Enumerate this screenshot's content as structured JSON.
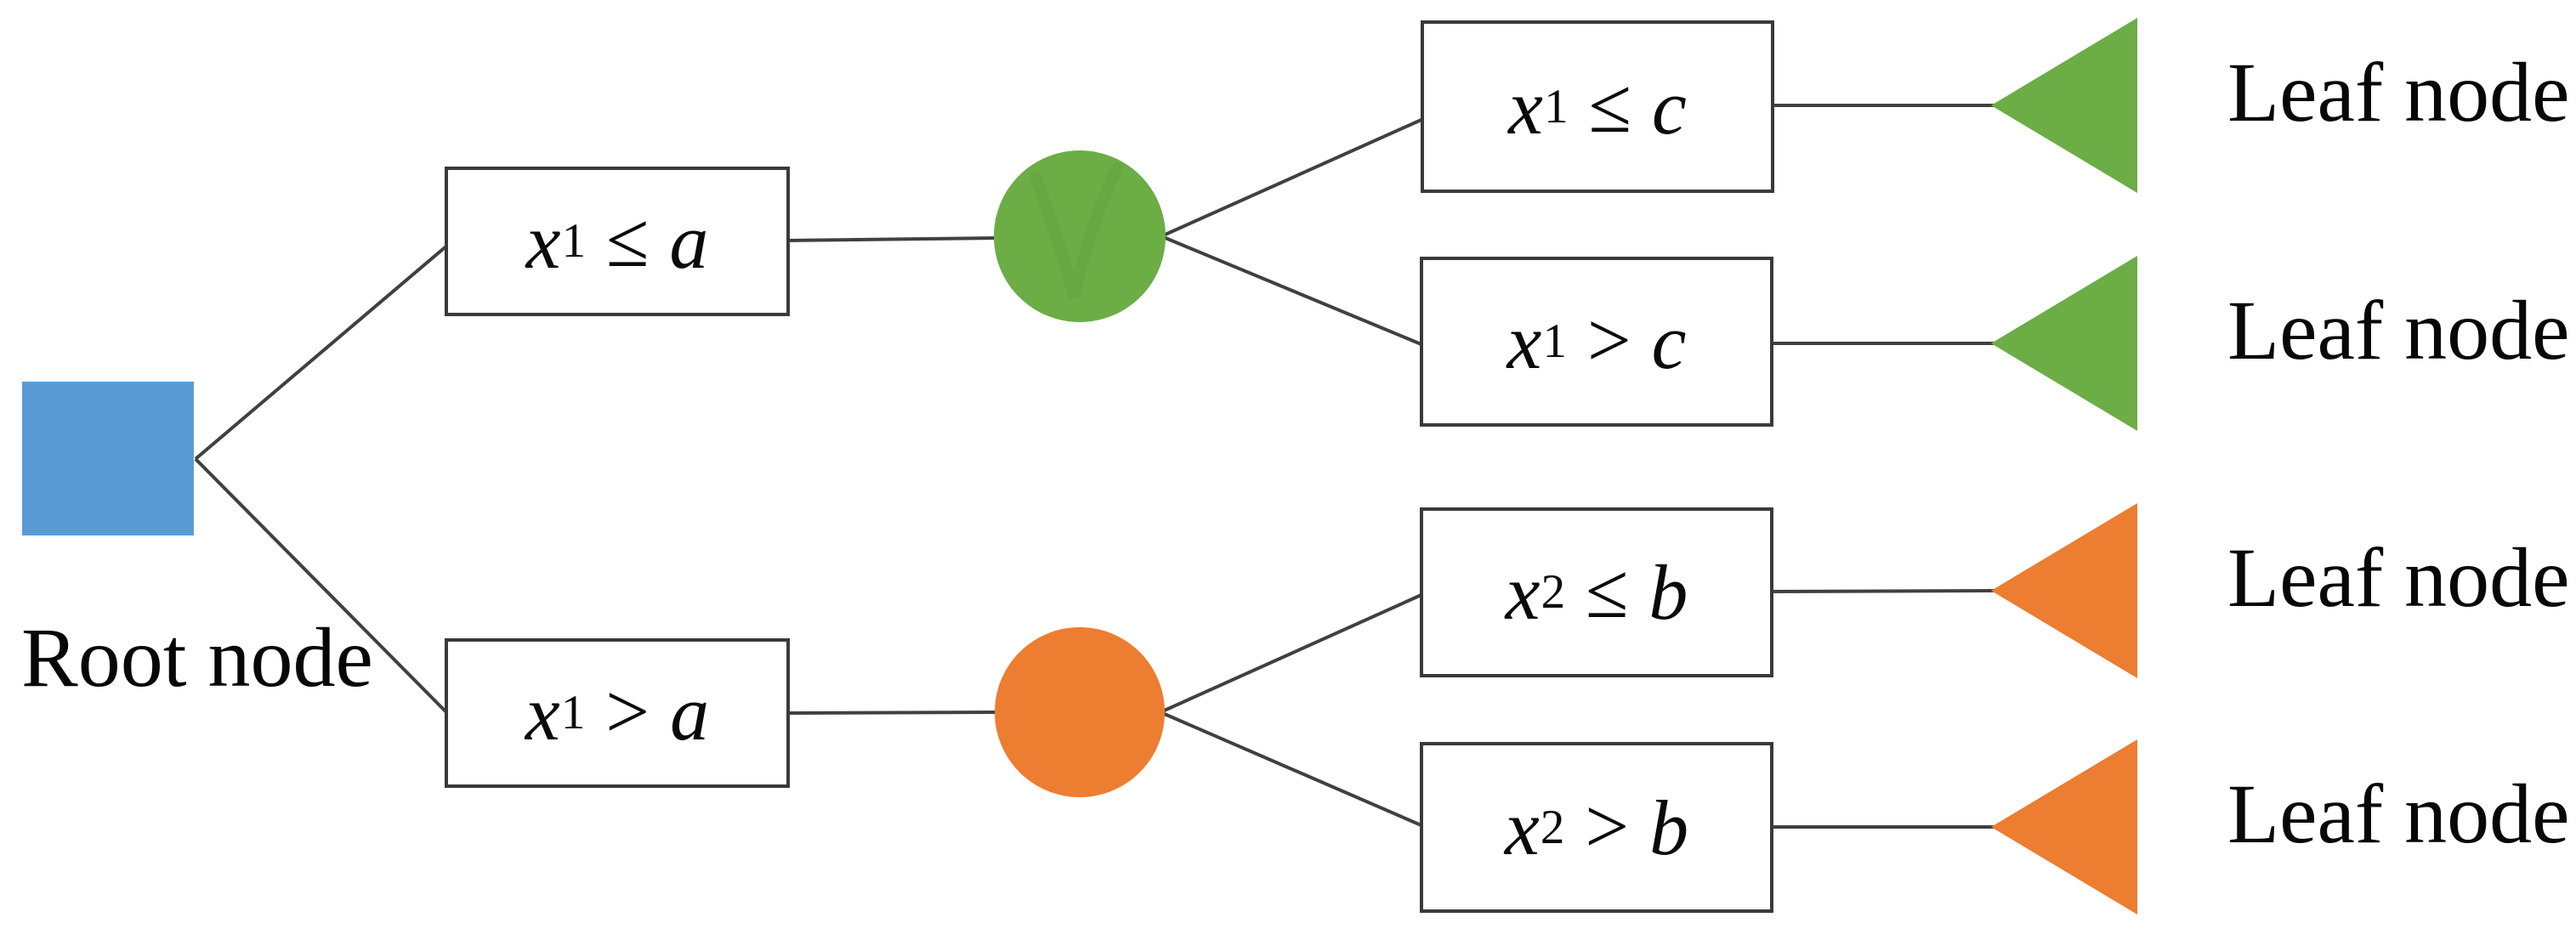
{
  "figure": {
    "type": "binary decision tree diagram",
    "background": "#ffffff"
  },
  "colors": {
    "root_blue": "#5B9BD5",
    "branch_green": "#6CAD46",
    "branch_green_dark": "#54902F",
    "branch_orange": "#ED7D31",
    "line_gray": "#404040",
    "text": "#070707"
  },
  "root_label": "Root node",
  "boxes": [
    {
      "var": "x",
      "sub": "1",
      "op": "≤",
      "rhs": "a"
    },
    {
      "var": "x",
      "sub": "1",
      "op": ">",
      "rhs": "a"
    },
    {
      "var": "x",
      "sub": "1",
      "op": "≤",
      "rhs": "c"
    },
    {
      "var": "x",
      "sub": "1",
      "op": ">",
      "rhs": "c"
    },
    {
      "var": "x",
      "sub": "2",
      "op": "≤",
      "rhs": "b"
    },
    {
      "var": "x",
      "sub": "2",
      "op": ">",
      "rhs": "b"
    }
  ],
  "leaf_labels": [
    "Leaf node",
    "Leaf node",
    "Leaf node",
    "Leaf node"
  ]
}
